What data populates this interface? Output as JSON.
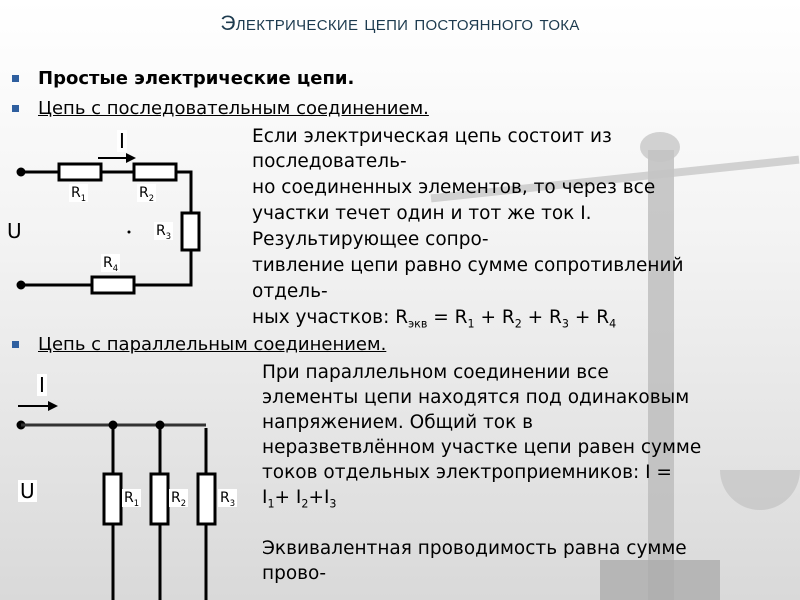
{
  "title": "Электрические цепи постоянного тока",
  "bullets": [
    {
      "text": "Простые электрические цепи."
    },
    {
      "text": "Цепь с последовательным соединением."
    },
    {
      "text": "Цепь с параллельным соединением."
    }
  ],
  "series_text": [
    "Если электрическая цепь состоит из",
    "последователь-",
    "но соединенных элементов, то через все",
    "участки течет один и тот же ток I.",
    "Результирующее сопро-",
    "тивление цепи равно сумме сопротивлений",
    "отдель-",
    "ных участков: R",
    "экв",
    " = R",
    "1",
    " + R",
    "2",
    " + R",
    "3",
    " + R",
    "4"
  ],
  "parallel_text": [
    "При параллельном соединении все",
    "элементы цепи находятся под одинаковым",
    "напряжением. Общий ток в",
    "неразветвлённом участке цепи равен сумме",
    "токов отдельных электроприемников: I =",
    "I",
    "1",
    "+ I",
    "2",
    "+I",
    "3",
    "Эквивалентная проводимость равна сумме",
    "прово-"
  ],
  "series_circuit": {
    "current": "I",
    "voltage": "U",
    "r1": "R",
    "r1s": "1",
    "r2": "R",
    "r2s": "2",
    "r3": "R",
    "r3s": "3",
    "r4": "R",
    "r4s": "4"
  },
  "parallel_circuit": {
    "current": "I",
    "voltage": "U",
    "r1": "R",
    "r1s": "1",
    "r2": "R",
    "r2s": "2",
    "r3": "R",
    "r3s": "3"
  },
  "colors": {
    "title": "#1d3b4f",
    "bullet": "#2f5f9f"
  }
}
